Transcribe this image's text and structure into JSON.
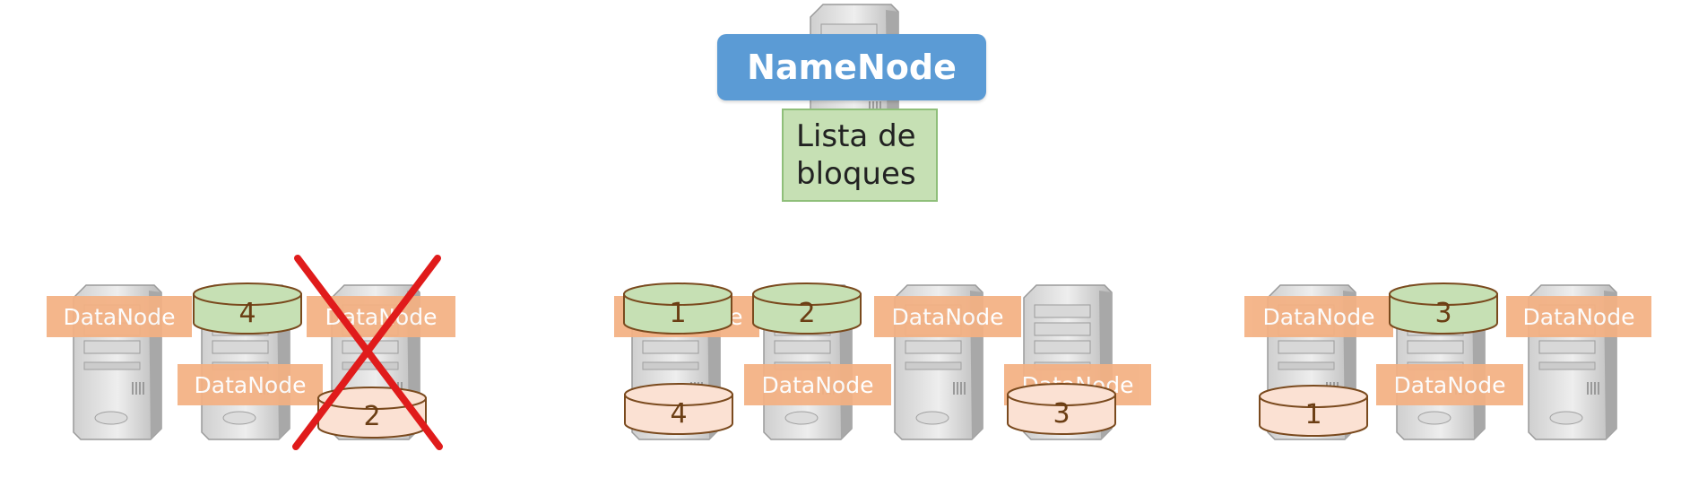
{
  "namenode": {
    "title": "NameNode",
    "block_list_line1": "Lista de",
    "block_list_line2": "bloques"
  },
  "datanode_label": "DataNode",
  "blocks": {
    "b4_green": "4",
    "b2_failed": "2",
    "b1_green": "1",
    "b2_green": "2",
    "b4_pink": "4",
    "b3_pink": "3",
    "b3_green": "3",
    "b1_pink": "1"
  },
  "colors": {
    "namenode_blue": "#5b9bd5",
    "block_list_green": "#c6e0b4",
    "datanode_orange": "#f4b183",
    "block_green": "#c6e0b4",
    "block_pink": "#fbe1d3",
    "failure_red": "#e01b1b"
  }
}
